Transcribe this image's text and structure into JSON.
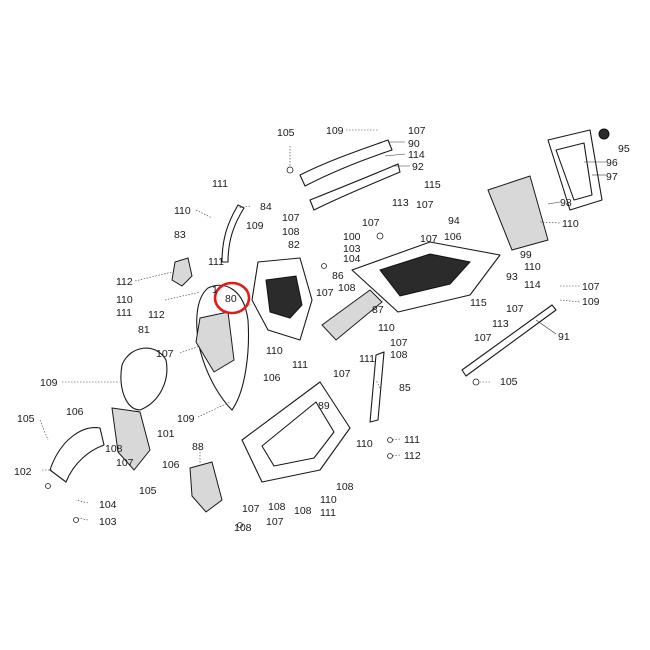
{
  "highlight_label": "80",
  "colors": {
    "highlight": "#e01b1b",
    "line": "#1a1a1a",
    "background": "#ffffff"
  },
  "callouts": [
    {
      "id": "c1",
      "text": "105"
    },
    {
      "id": "c2",
      "text": "109"
    },
    {
      "id": "c3",
      "text": "107"
    },
    {
      "id": "c4",
      "text": "90"
    },
    {
      "id": "c5",
      "text": "114"
    },
    {
      "id": "c6",
      "text": "92"
    },
    {
      "id": "c7",
      "text": "115"
    },
    {
      "id": "c8",
      "text": "107"
    },
    {
      "id": "c9",
      "text": "113"
    },
    {
      "id": "c10",
      "text": "107"
    },
    {
      "id": "c11",
      "text": "94"
    },
    {
      "id": "c12",
      "text": "106"
    },
    {
      "id": "c13",
      "text": "107"
    },
    {
      "id": "c14",
      "text": "111"
    },
    {
      "id": "c15",
      "text": "84"
    },
    {
      "id": "c16",
      "text": "110"
    },
    {
      "id": "c17",
      "text": "109"
    },
    {
      "id": "c18",
      "text": "107"
    },
    {
      "id": "c19",
      "text": "108"
    },
    {
      "id": "c20",
      "text": "82"
    },
    {
      "id": "c21",
      "text": "100"
    },
    {
      "id": "c22",
      "text": "103"
    },
    {
      "id": "c23",
      "text": "104"
    },
    {
      "id": "c24",
      "text": "83"
    },
    {
      "id": "c25",
      "text": "111"
    },
    {
      "id": "c26",
      "text": "86"
    },
    {
      "id": "c27",
      "text": "112"
    },
    {
      "id": "c28",
      "text": "1"
    },
    {
      "id": "c29",
      "text": "80"
    },
    {
      "id": "c30",
      "text": "108"
    },
    {
      "id": "c31",
      "text": "110"
    },
    {
      "id": "c32",
      "text": "111"
    },
    {
      "id": "c33",
      "text": "112"
    },
    {
      "id": "c34",
      "text": "107"
    },
    {
      "id": "c35",
      "text": "87"
    },
    {
      "id": "c36",
      "text": "110"
    },
    {
      "id": "c37",
      "text": "81"
    },
    {
      "id": "c38",
      "text": "107"
    },
    {
      "id": "c39",
      "text": "110"
    },
    {
      "id": "c40",
      "text": "111"
    },
    {
      "id": "c41",
      "text": "107"
    },
    {
      "id": "c42",
      "text": "108"
    },
    {
      "id": "c43",
      "text": "111"
    },
    {
      "id": "c44",
      "text": "106"
    },
    {
      "id": "c45",
      "text": "107"
    },
    {
      "id": "c46",
      "text": "85"
    },
    {
      "id": "c47",
      "text": "109"
    },
    {
      "id": "c48",
      "text": "89"
    },
    {
      "id": "c49",
      "text": "109"
    },
    {
      "id": "c50",
      "text": "105"
    },
    {
      "id": "c51",
      "text": "106"
    },
    {
      "id": "c52",
      "text": "101"
    },
    {
      "id": "c53",
      "text": "108"
    },
    {
      "id": "c54",
      "text": "107"
    },
    {
      "id": "c55",
      "text": "106"
    },
    {
      "id": "c56",
      "text": "110"
    },
    {
      "id": "c57",
      "text": "111"
    },
    {
      "id": "c58",
      "text": "112"
    },
    {
      "id": "c59",
      "text": "102"
    },
    {
      "id": "c60",
      "text": "105"
    },
    {
      "id": "c61",
      "text": "88"
    },
    {
      "id": "c62",
      "text": "104"
    },
    {
      "id": "c63",
      "text": "103"
    },
    {
      "id": "c64",
      "text": "107"
    },
    {
      "id": "c65",
      "text": "108"
    },
    {
      "id": "c66",
      "text": "108"
    },
    {
      "id": "c67",
      "text": "110"
    },
    {
      "id": "c68",
      "text": "111"
    },
    {
      "id": "c69",
      "text": "108"
    },
    {
      "id": "c70",
      "text": "107"
    },
    {
      "id": "c71",
      "text": "108"
    },
    {
      "id": "c72",
      "text": "95"
    },
    {
      "id": "c73",
      "text": "96"
    },
    {
      "id": "c74",
      "text": "97"
    },
    {
      "id": "c75",
      "text": "98"
    },
    {
      "id": "c76",
      "text": "110"
    },
    {
      "id": "c77",
      "text": "99"
    },
    {
      "id": "c78",
      "text": "110"
    },
    {
      "id": "c79",
      "text": "93"
    },
    {
      "id": "c80",
      "text": "114"
    },
    {
      "id": "c81",
      "text": "107"
    },
    {
      "id": "c82",
      "text": "109"
    },
    {
      "id": "c83",
      "text": "115"
    },
    {
      "id": "c84",
      "text": "107"
    },
    {
      "id": "c85",
      "text": "113"
    },
    {
      "id": "c86",
      "text": "107"
    },
    {
      "id": "c87",
      "text": "91"
    },
    {
      "id": "c88",
      "text": "105"
    }
  ]
}
